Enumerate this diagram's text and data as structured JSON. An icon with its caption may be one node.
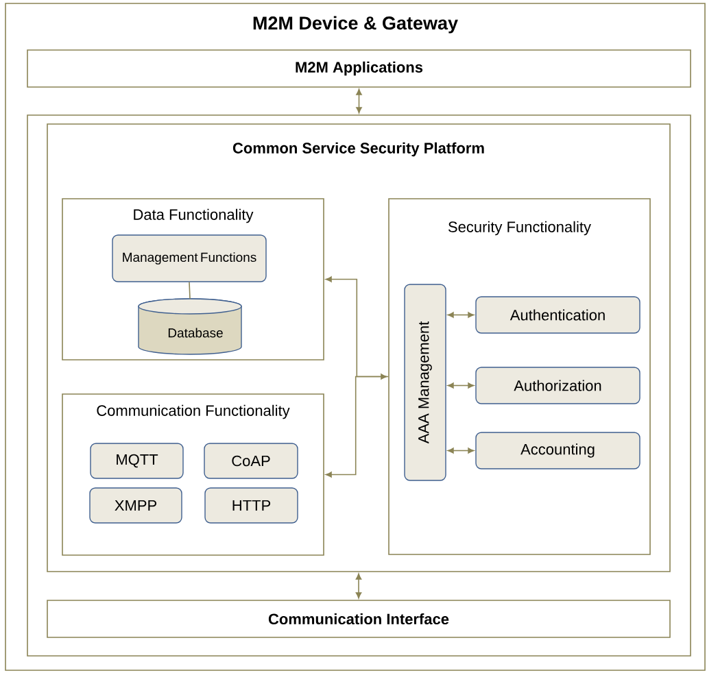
{
  "diagram": {
    "nodes": [
      {
        "text": [
          "M2M Device & Gateway"
        ]
      },
      {
        "text": [
          "M2M Applications"
        ],
        "in": 0
      },
      {
        "text": [],
        "shape": "box",
        "in": 0
      },
      {
        "text": [
          "Common Service Security Platform"
        ],
        "in": 2
      },
      {
        "text": [
          "Data Functionality"
        ],
        "in": 3
      },
      {
        "text": [
          "Management Functions"
        ],
        "in": 4
      },
      {
        "text": [
          "Database"
        ],
        "in": 4
      },
      {
        "text": [
          "Communication Functionality"
        ],
        "in": 3
      },
      {
        "text": [
          "MQTT"
        ],
        "in": 7
      },
      {
        "text": [
          "CoAP"
        ],
        "in": 7
      },
      {
        "text": [
          "XMPP"
        ],
        "in": 7
      },
      {
        "text": [
          "HTTP"
        ],
        "in": 7
      },
      {
        "text": [
          "Security Functionality"
        ],
        "in": 3
      },
      {
        "text": [
          "AAA Management"
        ],
        "in": 12
      },
      {
        "text": [
          "Authentication"
        ],
        "in": 12
      },
      {
        "text": [
          "Authorization"
        ],
        "in": 12
      },
      {
        "text": [
          "Accounting"
        ],
        "in": 12
      },
      {
        "text": [
          "Communication Interface"
        ],
        "in": 2
      }
    ],
    "edges": [
      {
        "from": 1,
        "to": 2,
        "arrow": "both"
      },
      {
        "from": 5,
        "to": 6,
        "arrow": "none"
      },
      {
        "from": 4,
        "to": 12,
        "arrow": "both"
      },
      {
        "from": 12,
        "to": 7,
        "arrow": "to"
      },
      {
        "from": 13,
        "to": 14,
        "arrow": "both"
      },
      {
        "from": 13,
        "to": 15,
        "arrow": "both"
      },
      {
        "from": 13,
        "to": 16,
        "arrow": "both"
      },
      {
        "from": 3,
        "to": 17,
        "arrow": "both"
      }
    ]
  }
}
